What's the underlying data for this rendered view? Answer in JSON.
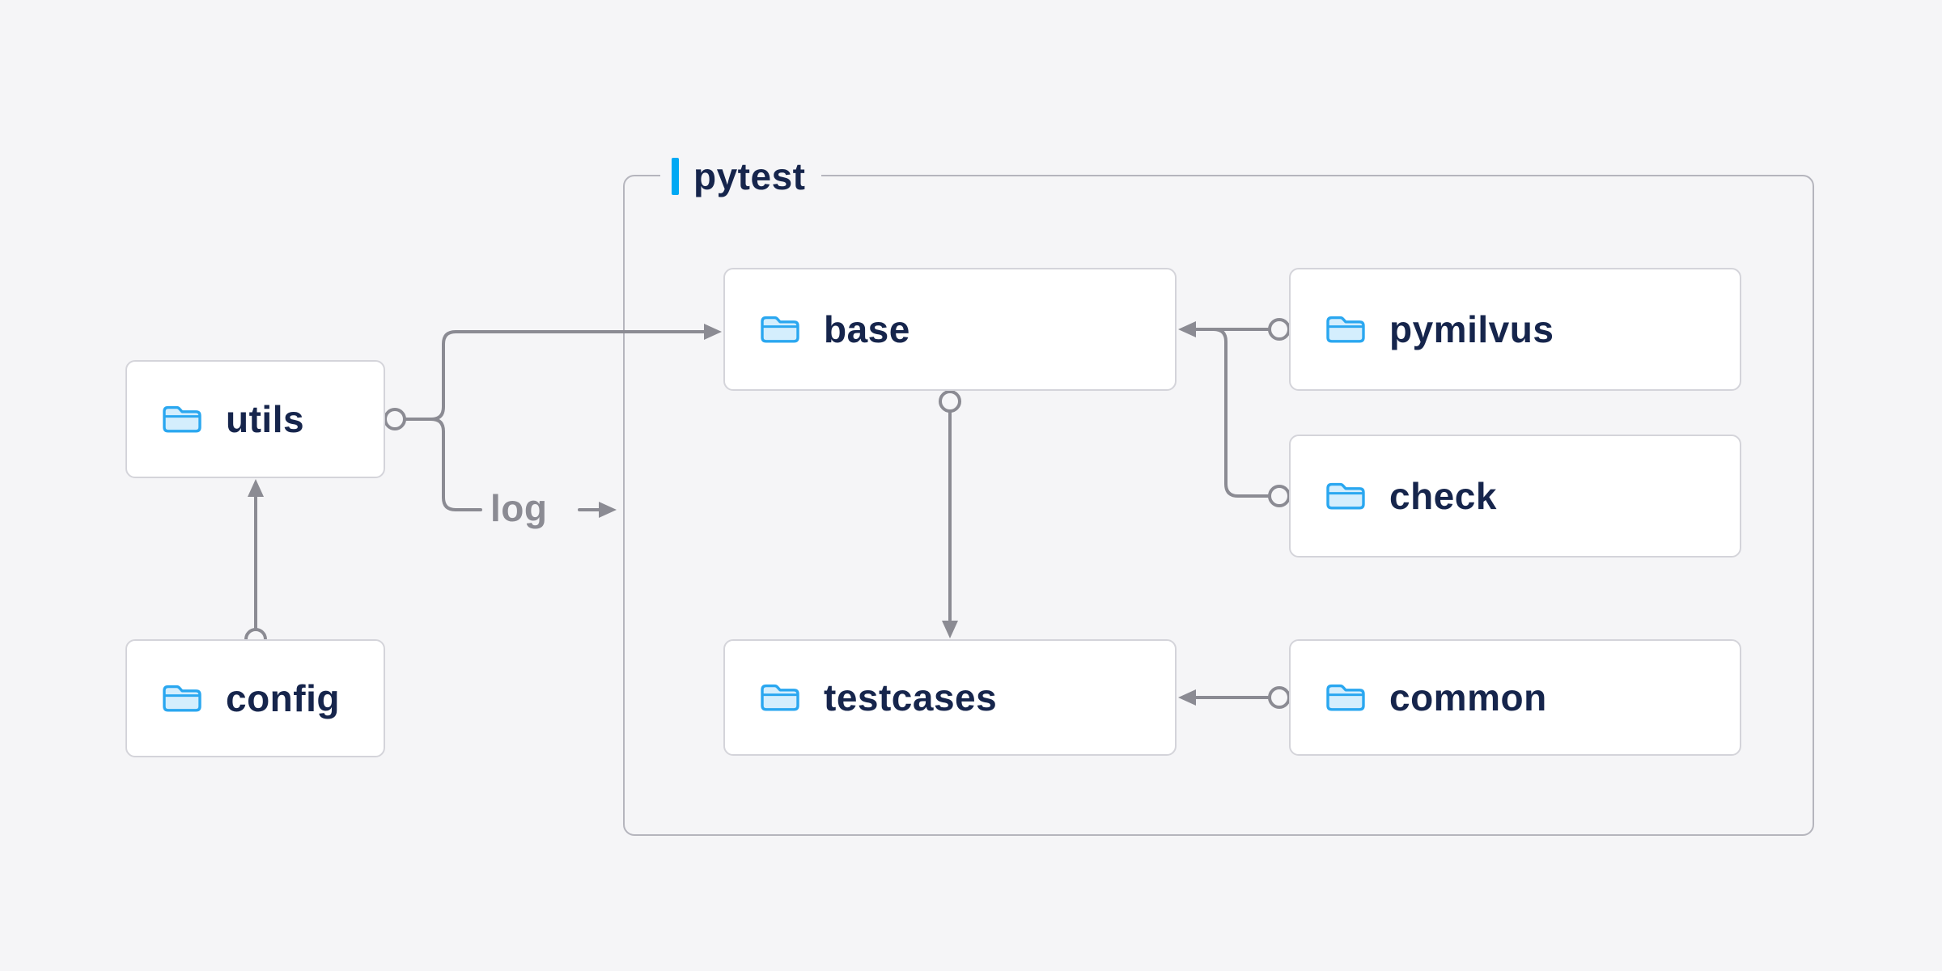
{
  "page": {
    "background_color": "#f5f5f7"
  },
  "diagram": {
    "group": {
      "label": "pytest",
      "accent_color": "#00a9f4"
    },
    "edge_label": "log",
    "nodes": {
      "utils": {
        "label": "utils",
        "icon": "folder-icon"
      },
      "config": {
        "label": "config",
        "icon": "folder-icon"
      },
      "base": {
        "label": "base",
        "icon": "folder-icon"
      },
      "pymilvus": {
        "label": "pymilvus",
        "icon": "folder-icon"
      },
      "check": {
        "label": "check",
        "icon": "folder-icon"
      },
      "testcases": {
        "label": "testcases",
        "icon": "folder-icon"
      },
      "common": {
        "label": "common",
        "icon": "folder-icon"
      }
    },
    "edges": [
      {
        "from": "config",
        "to": "utils"
      },
      {
        "from": "utils",
        "to": "base"
      },
      {
        "from": "utils",
        "to": "log",
        "label": "log"
      },
      {
        "from": "pymilvus",
        "to": "base"
      },
      {
        "from": "check",
        "to": "base"
      },
      {
        "from": "base",
        "to": "testcases"
      },
      {
        "from": "common",
        "to": "testcases"
      }
    ],
    "colors": {
      "line": "#8b8b93",
      "node_border": "#d4d4da",
      "group_border": "#b5b5bd",
      "text": "#16254c",
      "edge_label_text": "#8b8b93",
      "folder_fill": "#d4eefd",
      "folder_stroke": "#2aa7f0"
    }
  }
}
